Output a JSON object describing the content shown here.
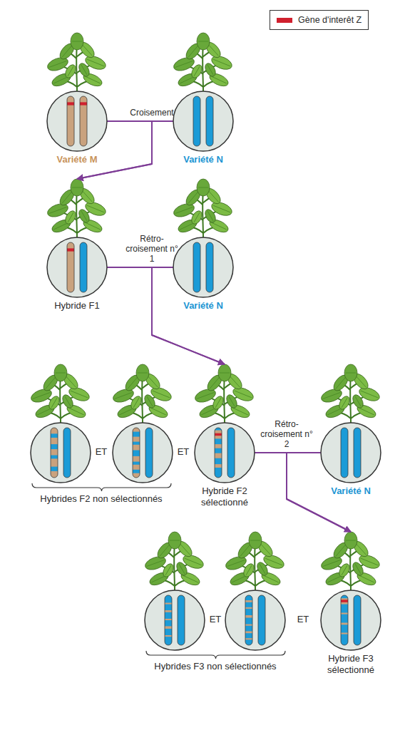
{
  "diagram": {
    "nodes": [
      {
        "text": [
          "Variété M"
        ]
      },
      {
        "text": [
          "Variété N"
        ]
      },
      {
        "text": [
          "Hybride F1"
        ]
      },
      {
        "text": [
          "Variété N"
        ]
      },
      {
        "text": [
          "Hybride F2 sélectionné"
        ]
      },
      {
        "text": [
          "Variété N"
        ]
      },
      {
        "text": [
          "Hybride F3 sélectionné"
        ]
      }
    ],
    "edges": [
      {
        "from": 0,
        "to": 2,
        "arrow": "to",
        "label": "Croisement"
      },
      {
        "from": 1,
        "to": 2,
        "arrow": "to"
      },
      {
        "from": 2,
        "to": 4,
        "arrow": "to",
        "label": "Rétro-croisement n° 1"
      },
      {
        "from": 3,
        "to": 4,
        "arrow": "to"
      },
      {
        "from": 4,
        "to": 6,
        "arrow": "to",
        "label": "Rétro-croisement n° 2"
      },
      {
        "from": 5,
        "to": 6,
        "arrow": "to"
      }
    ],
    "labels": [
      "ET",
      "ET",
      "Hybrides F2 non sélectionnés",
      "ET",
      "ET",
      "Hybrides F3 non sélectionnés"
    ],
    "legend": [
      {
        "text": "Gène d'interêt Z",
        "color": "#d0202e"
      }
    ]
  }
}
